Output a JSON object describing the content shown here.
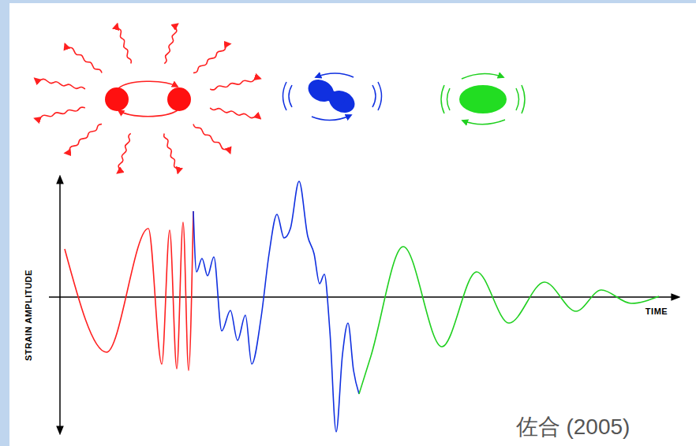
{
  "diagram": {
    "labels": [
      "STRAIN AMPLITUDE",
      "TIME",
      "佐合 (2005)"
    ]
  }
}
